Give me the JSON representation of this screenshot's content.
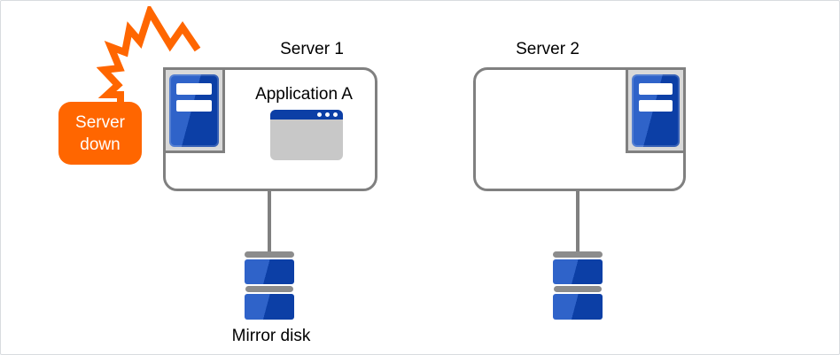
{
  "colors": {
    "accent_orange": "#FF6600",
    "blue_dark": "#0C3FA6",
    "blue_mid": "#2F63C9",
    "border_gray": "#808080",
    "frame_gray": "#D9D9D9",
    "window_gray": "#C8C8C8",
    "bar_gray": "#8C8C8C",
    "canvas_border": "#D8DCDF",
    "text": "#000000",
    "badge_text": "#FFFFFF"
  },
  "badge": {
    "line1": "Server",
    "line2": "down"
  },
  "servers": [
    {
      "label": "Server 1",
      "application": "Application A"
    },
    {
      "label": "Server 2"
    }
  ],
  "disks": {
    "mirror_label": "Mirror disk"
  },
  "icons": {
    "crash": "crash-zigzag-icon",
    "server_tower": "server-tower-icon",
    "application_window": "application-window-icon",
    "disk_stack": "disk-stack-icon"
  }
}
